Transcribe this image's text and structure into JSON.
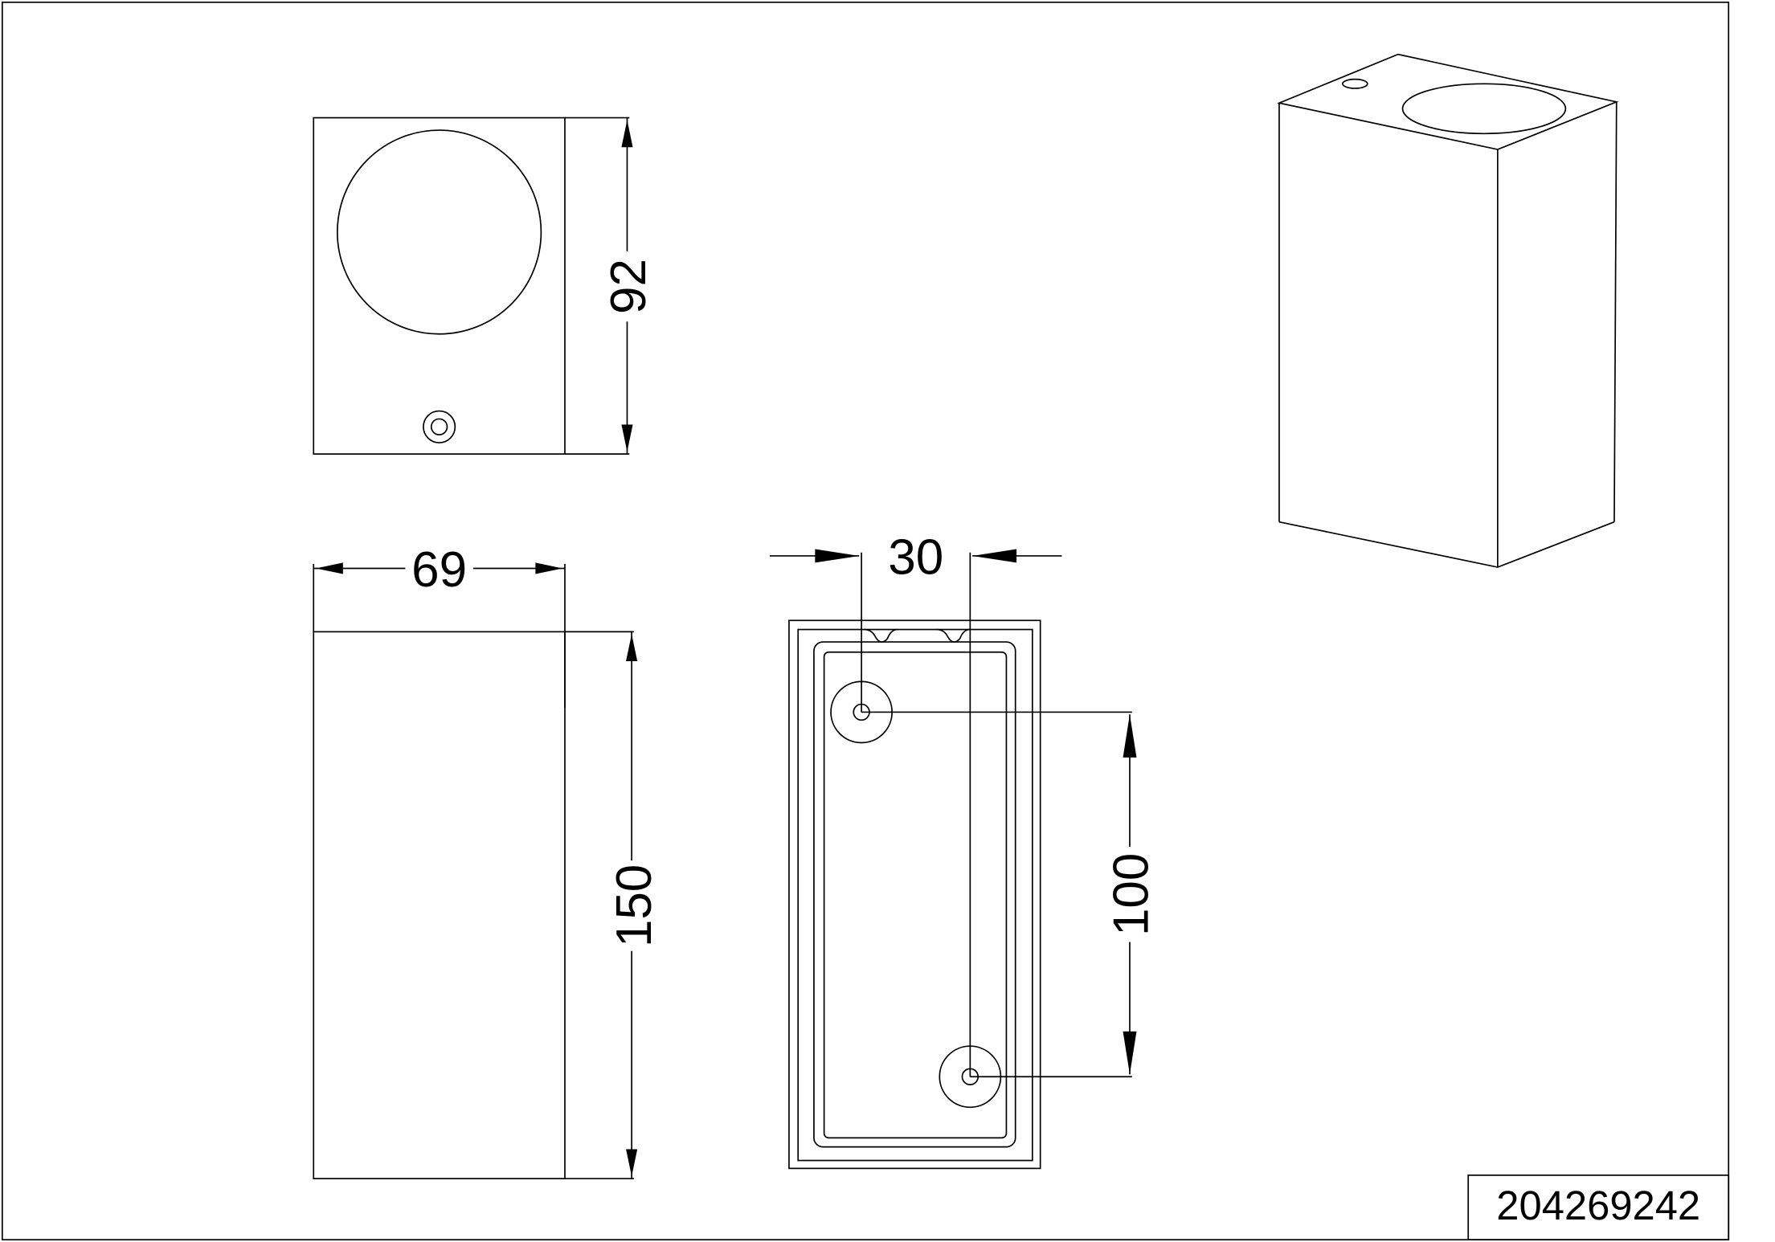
{
  "drawing": {
    "dimensions": {
      "top_depth": "92",
      "width": "69",
      "height": "150",
      "hole_offset": "30",
      "hole_spacing": "100"
    },
    "article_number": "204269242"
  }
}
